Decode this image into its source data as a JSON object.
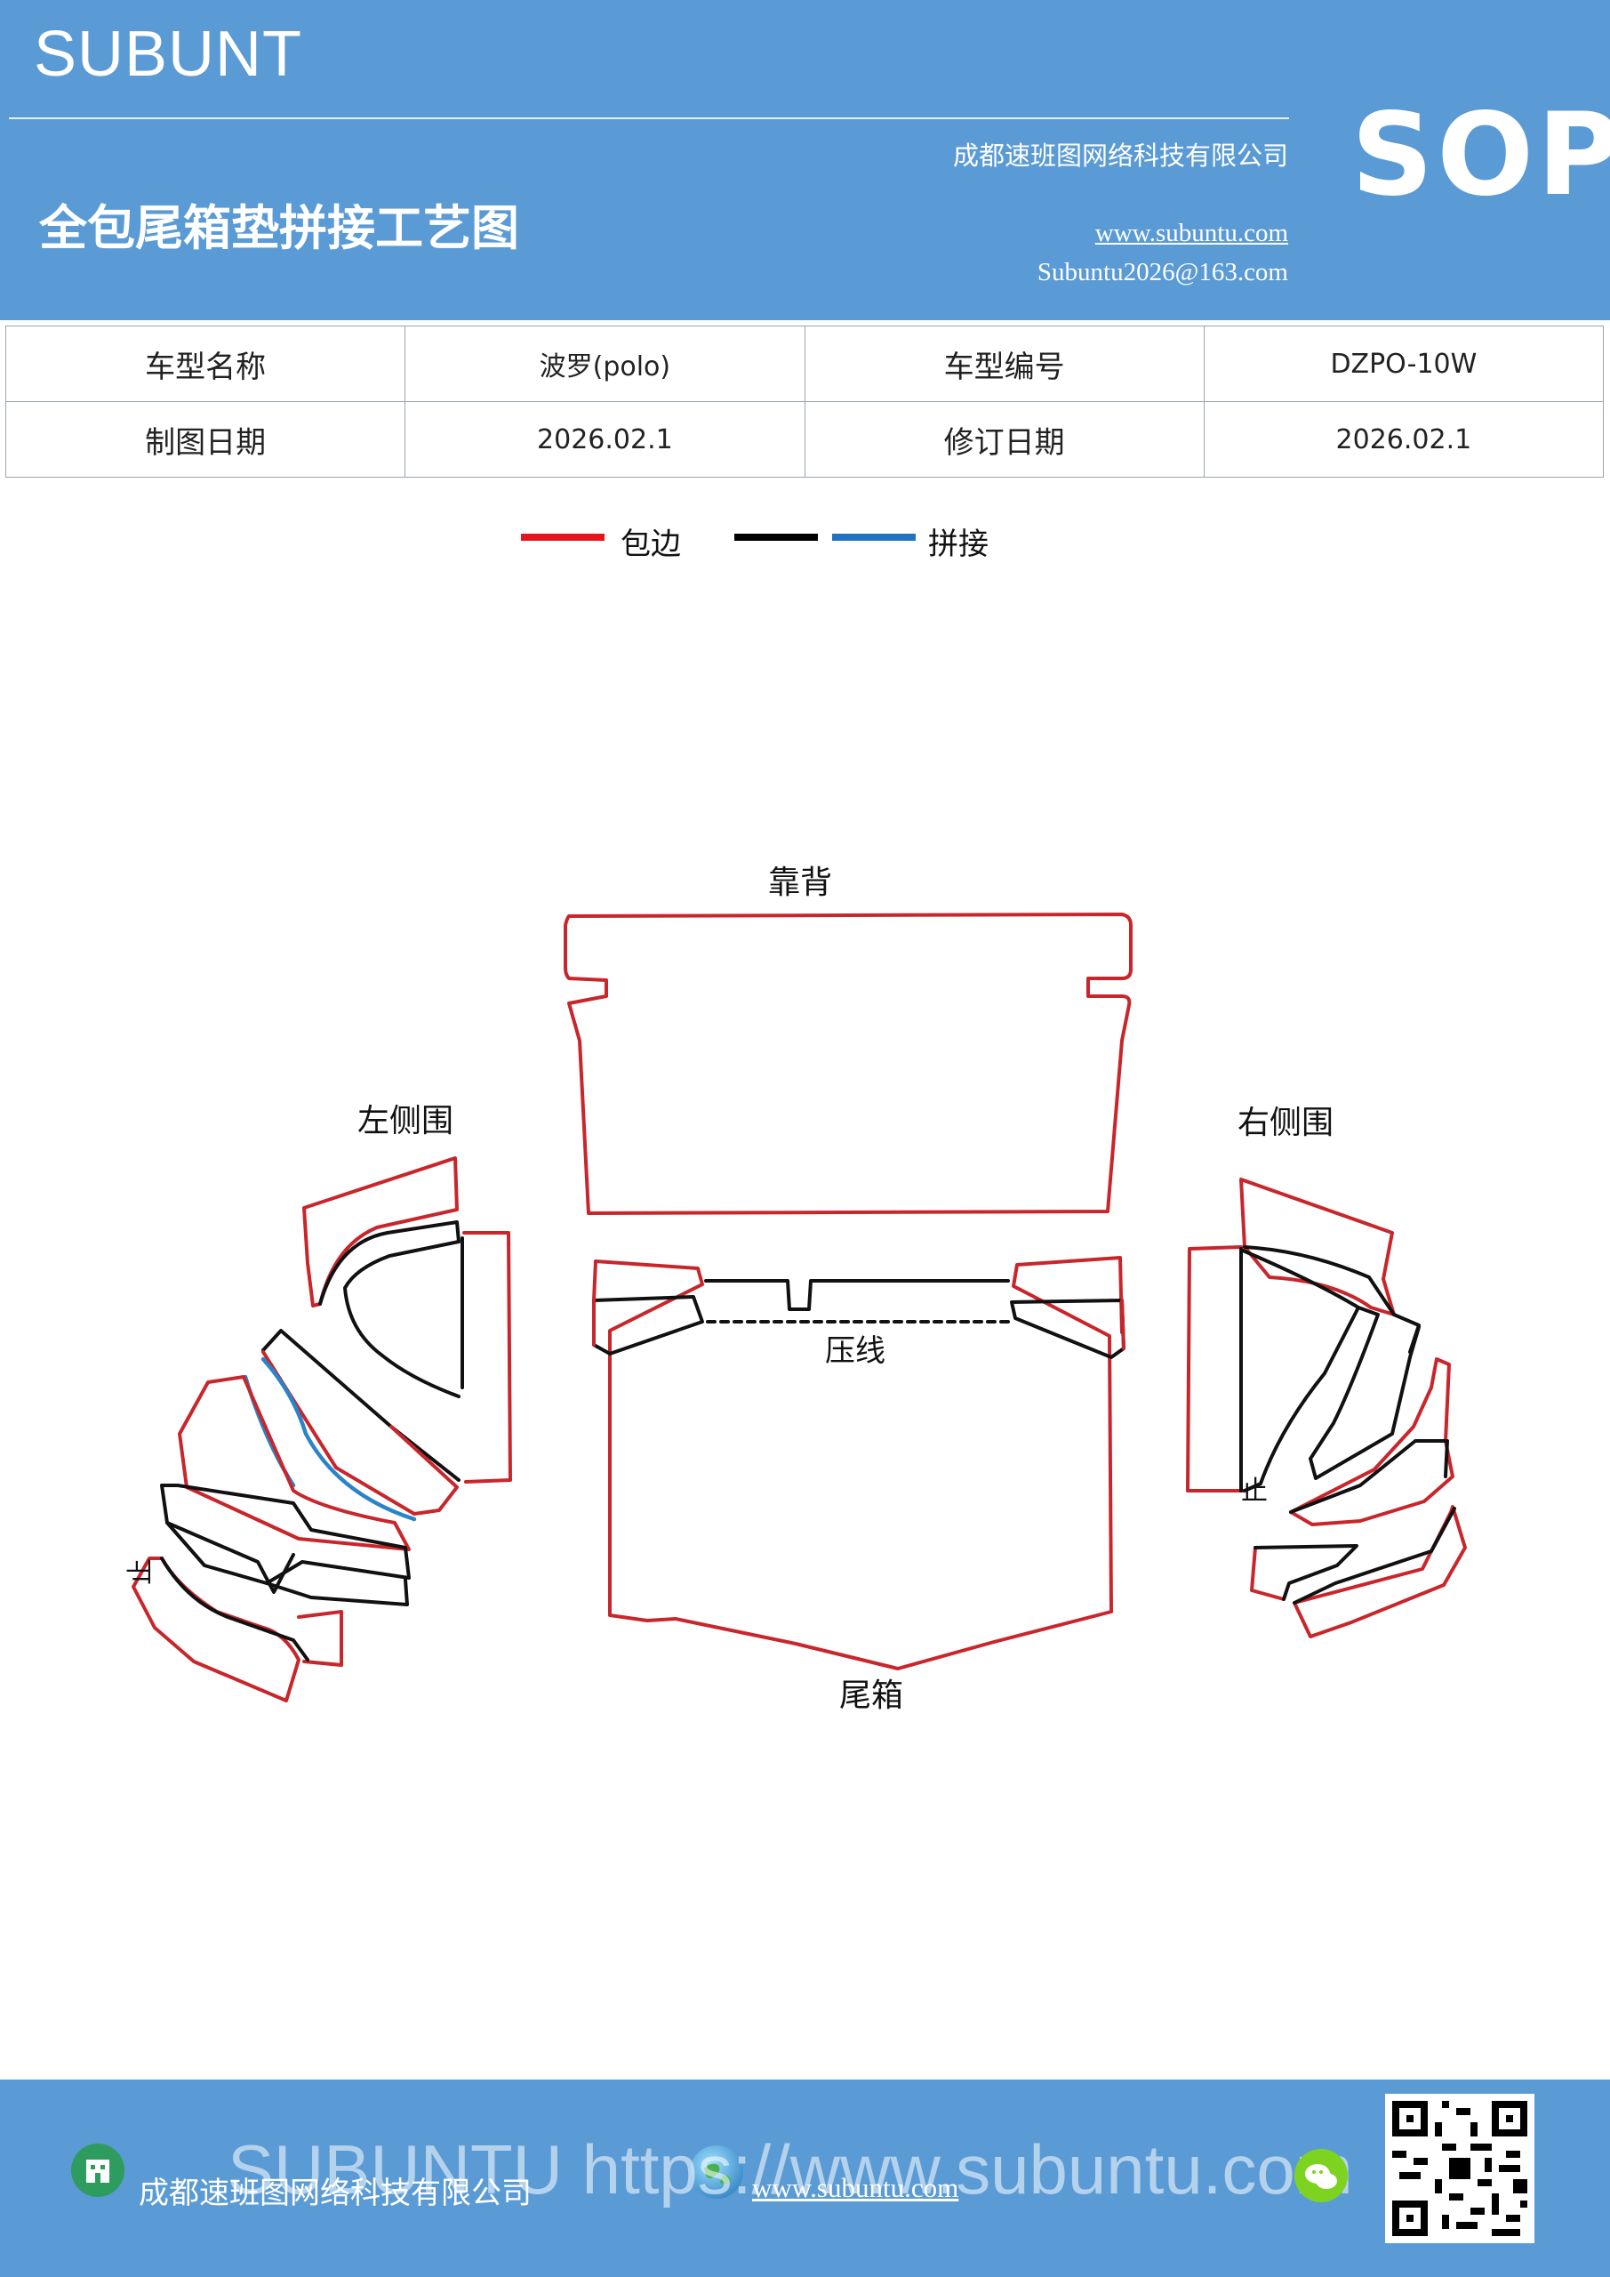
{
  "header": {
    "brand": "SUBUNT",
    "title": "全包尾箱垫拼接工艺图",
    "company": "成都速班图网络科技有限公司",
    "website": "www.subuntu.com",
    "email": "Subuntu2026@163.com",
    "sop": "SOP"
  },
  "info_table": {
    "rows": [
      {
        "label1": "车型名称",
        "value1": "波罗(polo)",
        "label2": "车型编号",
        "value2": "DZPO-10W"
      },
      {
        "label1": "制图日期",
        "value1": "2026.02.1",
        "label2": "修订日期",
        "value2": "2026.02.1"
      }
    ]
  },
  "legend": {
    "edge_label": "包边",
    "splice_label": "拼接",
    "colors": {
      "edge": "#e8141c",
      "black": "#000000",
      "splice": "#1f73c1"
    }
  },
  "diagram": {
    "pieces": {
      "back": "靠背",
      "left": "左侧围",
      "right": "右侧围",
      "trunk": "尾箱",
      "crease": "压线"
    },
    "stop_mark": "止",
    "colors": {
      "edge": "#c8262b",
      "line": "#111111",
      "splice": "#2b84c9"
    }
  },
  "footer": {
    "company": "成都速班图网络科技有限公司",
    "website": "www.subuntu.com",
    "watermark": "SUBUNTU https://www.subuntu.com"
  }
}
